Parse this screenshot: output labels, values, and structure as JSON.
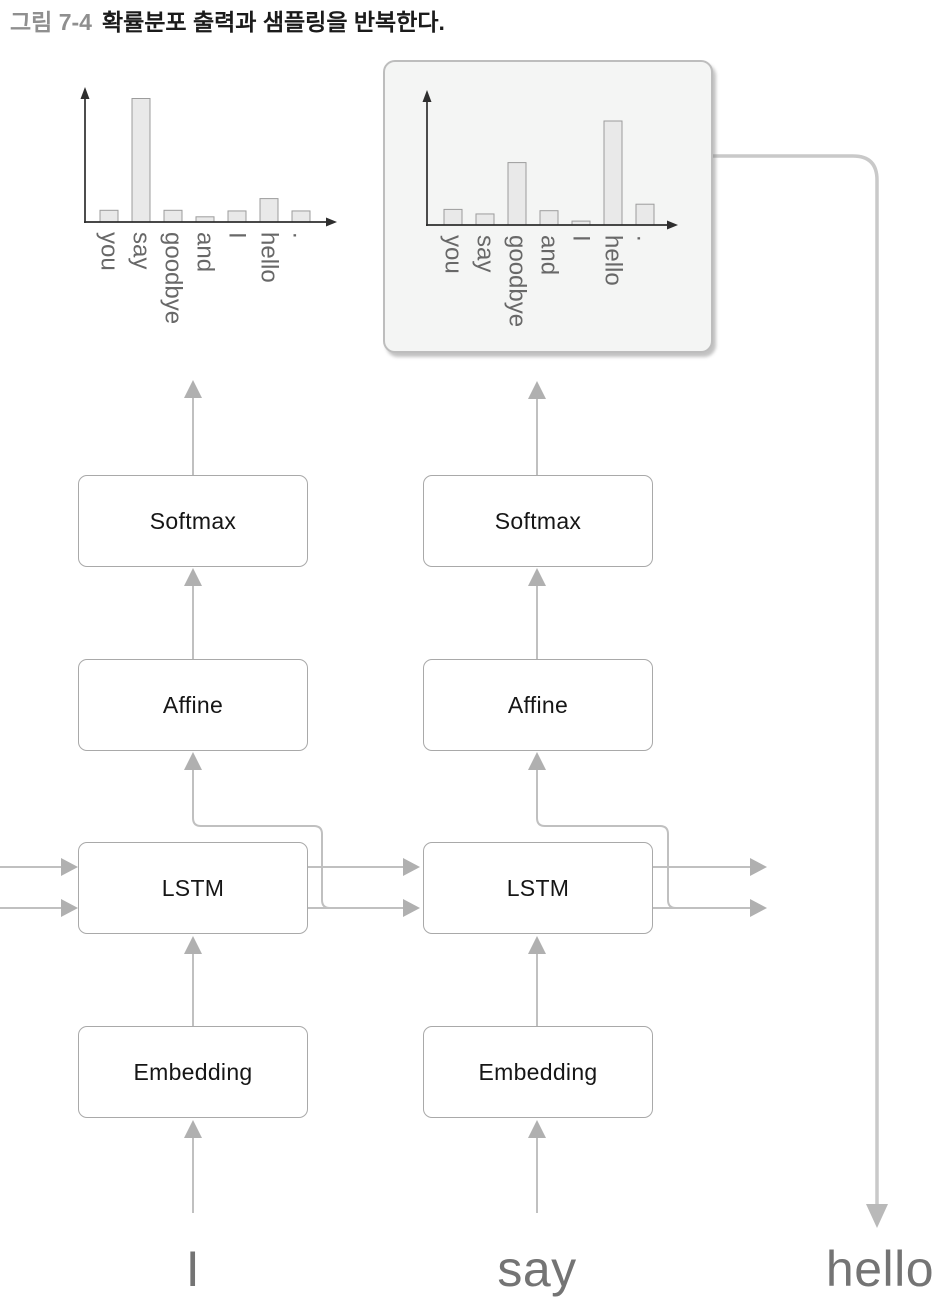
{
  "title": {
    "figure_label": "그림 7-4",
    "caption": "확률분포 출력과 샘플링을 반복한다."
  },
  "network": {
    "layer_labels": {
      "softmax": "Softmax",
      "affine": "Affine",
      "lstm": "LSTM",
      "embedding": "Embedding"
    },
    "inputs": [
      "I",
      "say"
    ],
    "output": "hello"
  },
  "colors": {
    "wire_gray": "#c0c0c0",
    "arrowhead_gray": "#b0b0b0",
    "box_border": "#a9a9a9",
    "bar_fill": "#e9e9e9",
    "bar_border": "#9c9c9c",
    "axis_dark": "#2e2e2e",
    "label_gray": "#686868",
    "word_gray": "#747474",
    "sample_box_fill": "#f4f5f4"
  },
  "chart_data": [
    {
      "type": "bar",
      "title": "probability distribution after input \"I\" (time step 1)",
      "categories": [
        "you",
        "say",
        "goodbye",
        "and",
        "I",
        "hello",
        "."
      ],
      "values": [
        0.09,
        0.95,
        0.09,
        0.04,
        0.085,
        0.18,
        0.085
      ],
      "xlabel": "",
      "ylabel": "",
      "ylim": [
        0,
        1
      ],
      "grid": false,
      "tick_labels_rotated_90deg": true,
      "max_category": "say"
    },
    {
      "type": "bar",
      "title": "probability distribution after input \"say\" (time step 2, highlighted box)",
      "categories": [
        "you",
        "say",
        "goodbye",
        "and",
        "I",
        "hello",
        "."
      ],
      "values": [
        0.12,
        0.085,
        0.48,
        0.11,
        0.03,
        0.8,
        0.16
      ],
      "xlabel": "",
      "ylabel": "",
      "ylim": [
        0,
        1
      ],
      "grid": false,
      "tick_labels_rotated_90deg": true,
      "max_category": "hello",
      "sampled_word": "hello"
    }
  ]
}
